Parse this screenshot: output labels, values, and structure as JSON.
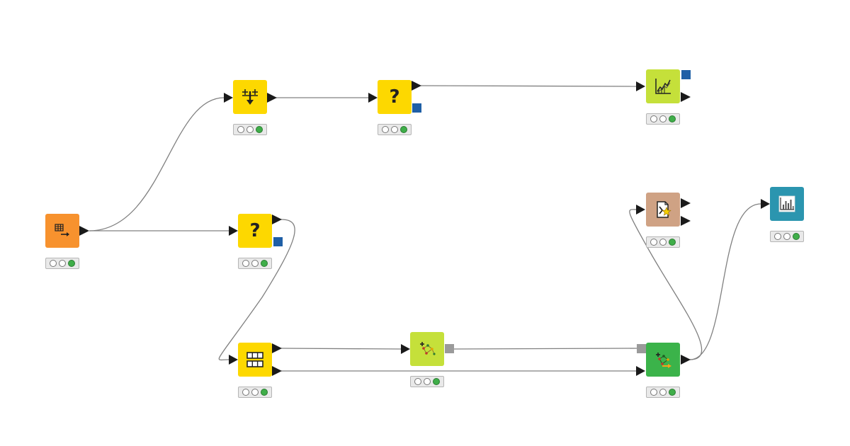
{
  "canvas": {
    "background": "#ffffff",
    "connection_color": "#808080"
  },
  "status_lights": [
    "idle",
    "idle",
    "executed"
  ],
  "colors": {
    "source": "#f7922e",
    "manipulator": "#fdd800",
    "learner": "#c5e03a",
    "predictor": "#3bb34a",
    "visualizer": "#2b95af",
    "other": "#cfa284",
    "flow_port": "#1f5fa6",
    "model_port": "#9a9a9a",
    "data_port": "#1a1a1a"
  },
  "nodes": [
    {
      "id": "table-reader",
      "category": "source",
      "icon": "table-output-icon"
    },
    {
      "id": "column-filter",
      "category": "manipulator",
      "icon": "filter-arrow-icon"
    },
    {
      "id": "missing-node-top",
      "category": "manipulator",
      "icon": "question-mark-icon",
      "label": "?"
    },
    {
      "id": "roc-plot",
      "category": "learner",
      "icon": "line-chart-icon"
    },
    {
      "id": "missing-node-mid",
      "category": "manipulator",
      "icon": "question-mark-icon",
      "label": "?"
    },
    {
      "id": "partitioning",
      "category": "manipulator",
      "icon": "partition-table-icon"
    },
    {
      "id": "model-learner",
      "category": "learner",
      "icon": "network-learner-icon"
    },
    {
      "id": "model-predictor",
      "category": "predictor",
      "icon": "network-predictor-icon"
    },
    {
      "id": "document-output",
      "category": "other",
      "icon": "document-star-icon"
    },
    {
      "id": "bar-chart",
      "category": "visualizer",
      "icon": "bar-chart-icon"
    }
  ]
}
